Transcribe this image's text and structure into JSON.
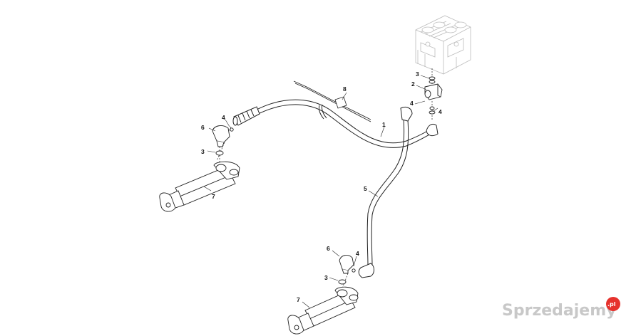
{
  "diagram": {
    "callouts": {
      "c1": "1",
      "c2": "2",
      "c3a": "3",
      "c3b": "3",
      "c3c": "3",
      "c4a": "4",
      "c4b": "4",
      "c4c": "4",
      "c4d": "4",
      "c5": "5",
      "c6a": "6",
      "c6b": "6",
      "c7a": "7",
      "c7b": "7",
      "c8": "8"
    },
    "colors": {
      "line": "#222222",
      "block": "#bbbbbb",
      "watermark": "#c8c8c8",
      "badge": "#e6322d"
    }
  },
  "watermark": {
    "text": "Sprzedajemy",
    "suffix": ".pl"
  }
}
